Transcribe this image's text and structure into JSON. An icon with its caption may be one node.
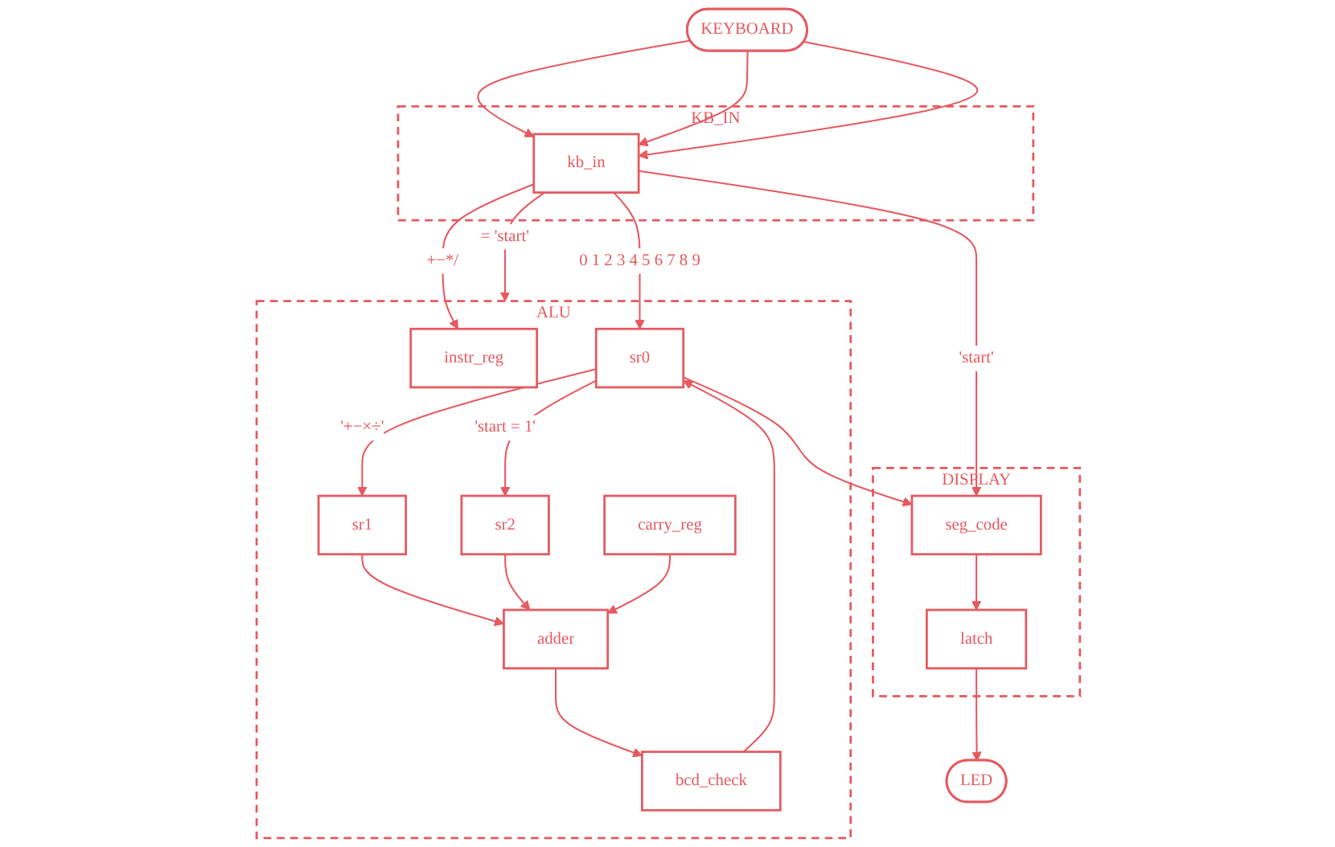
{
  "diagram": {
    "nodes": [
      {
        "text": [
          "KEYBOARD"
        ]
      },
      {
        "text": [
          "LED"
        ]
      },
      {
        "text": [
          "KB_IN"
        ]
      },
      {
        "text": [
          "kb_in"
        ],
        "in": 2
      },
      {
        "text": [
          "DISPLAY"
        ]
      },
      {
        "text": [
          "latch"
        ],
        "in": 4
      },
      {
        "text": [
          "seg_code"
        ],
        "in": 4
      },
      {
        "text": [
          "ALU"
        ]
      },
      {
        "text": [
          "instr_reg"
        ],
        "in": 7
      },
      {
        "text": [
          "sr1"
        ],
        "in": 7
      },
      {
        "text": [
          "carry_reg"
        ],
        "in": 7
      },
      {
        "text": [
          "adder"
        ],
        "in": 7
      },
      {
        "text": [
          "sr0"
        ],
        "in": 7
      },
      {
        "text": [
          "sr2"
        ],
        "in": 7
      },
      {
        "text": [
          "bcd_check"
        ],
        "in": 7
      }
    ],
    "edges": [
      {
        "from": 0,
        "to": 3,
        "arrow": "to"
      },
      {
        "from": 0,
        "to": 3,
        "arrow": "to"
      },
      {
        "from": 0,
        "to": 3,
        "arrow": "to"
      },
      {
        "from": 3,
        "to": 6,
        "label": "'start'",
        "arrow": "to"
      },
      {
        "from": 6,
        "to": 5,
        "arrow": "to"
      },
      {
        "from": 5,
        "to": 1,
        "arrow": "to"
      },
      {
        "from": 3,
        "to": 7,
        "label": "= 'start'",
        "arrow": "to"
      },
      {
        "from": 3,
        "to": 8,
        "label": "+−*/",
        "arrow": "to"
      },
      {
        "from": 3,
        "to": 12,
        "label": "0 1 2 3 4 5 6 7 8 9",
        "arrow": "to"
      },
      {
        "from": 12,
        "to": 6,
        "arrow": "to"
      },
      {
        "from": 12,
        "to": 9,
        "label": "'+−×÷'",
        "arrow": "to"
      },
      {
        "from": 12,
        "to": 13,
        "label": "'start = 1'",
        "arrow": "to"
      },
      {
        "from": 9,
        "to": 11,
        "arrow": "to"
      },
      {
        "from": 13,
        "to": 11,
        "arrow": "to"
      },
      {
        "from": 10,
        "to": 11,
        "arrow": "to"
      },
      {
        "from": 11,
        "to": 14,
        "arrow": "to"
      },
      {
        "from": 14,
        "to": 12,
        "arrow": "to"
      }
    ]
  }
}
